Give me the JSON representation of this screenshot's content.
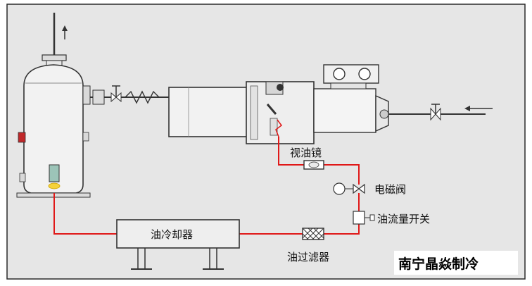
{
  "labels": {
    "sight_glass": "视油镜",
    "solenoid_valve": "电磁阀",
    "oil_flow_switch": "油流量开关",
    "oil_cooler": "油冷却器",
    "oil_filter": "油过滤器"
  },
  "watermark": "南宁晶焱制冷",
  "colors": {
    "background": "#e6e6e6",
    "oil_line": "#e01818",
    "equipment_outline": "#3a3a3a",
    "equipment_fill": "#efefef"
  }
}
